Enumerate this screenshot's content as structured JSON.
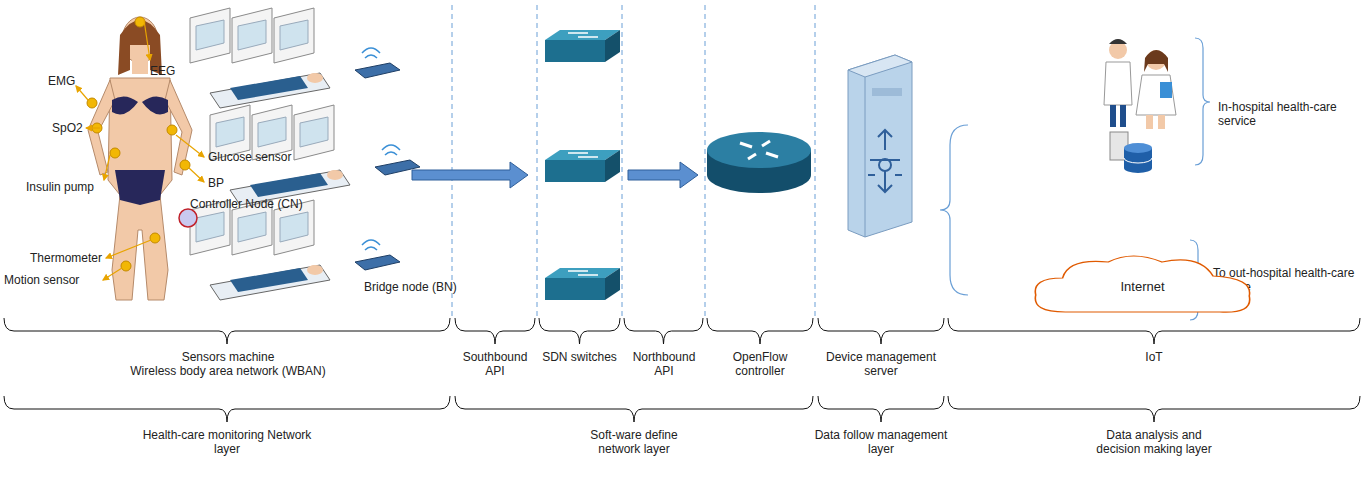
{
  "diagram": {
    "nodes": [
      {
        "text": [
          "Internet"
        ]
      }
    ],
    "labels": [
      "EMG",
      "EEG",
      "SpO2",
      "Glucose sensor",
      "Insulin pump",
      "BP",
      "Controller Node (CN)",
      "Thermometer",
      "Motion sensor",
      "Bridge node (BN)",
      "In-hospital health-care service",
      "To out-hospital health-care service",
      "Sensors machine",
      "Wireless body area network (WBAN)",
      "Southbound API",
      "SDN switches",
      "Northbound API",
      "OpenFlow controller",
      "Device management server",
      "IoT",
      "Health-care monitoring Network layer",
      "Soft-ware define network layer",
      "Data follow management layer",
      "Data analysis and decision making layer"
    ]
  }
}
